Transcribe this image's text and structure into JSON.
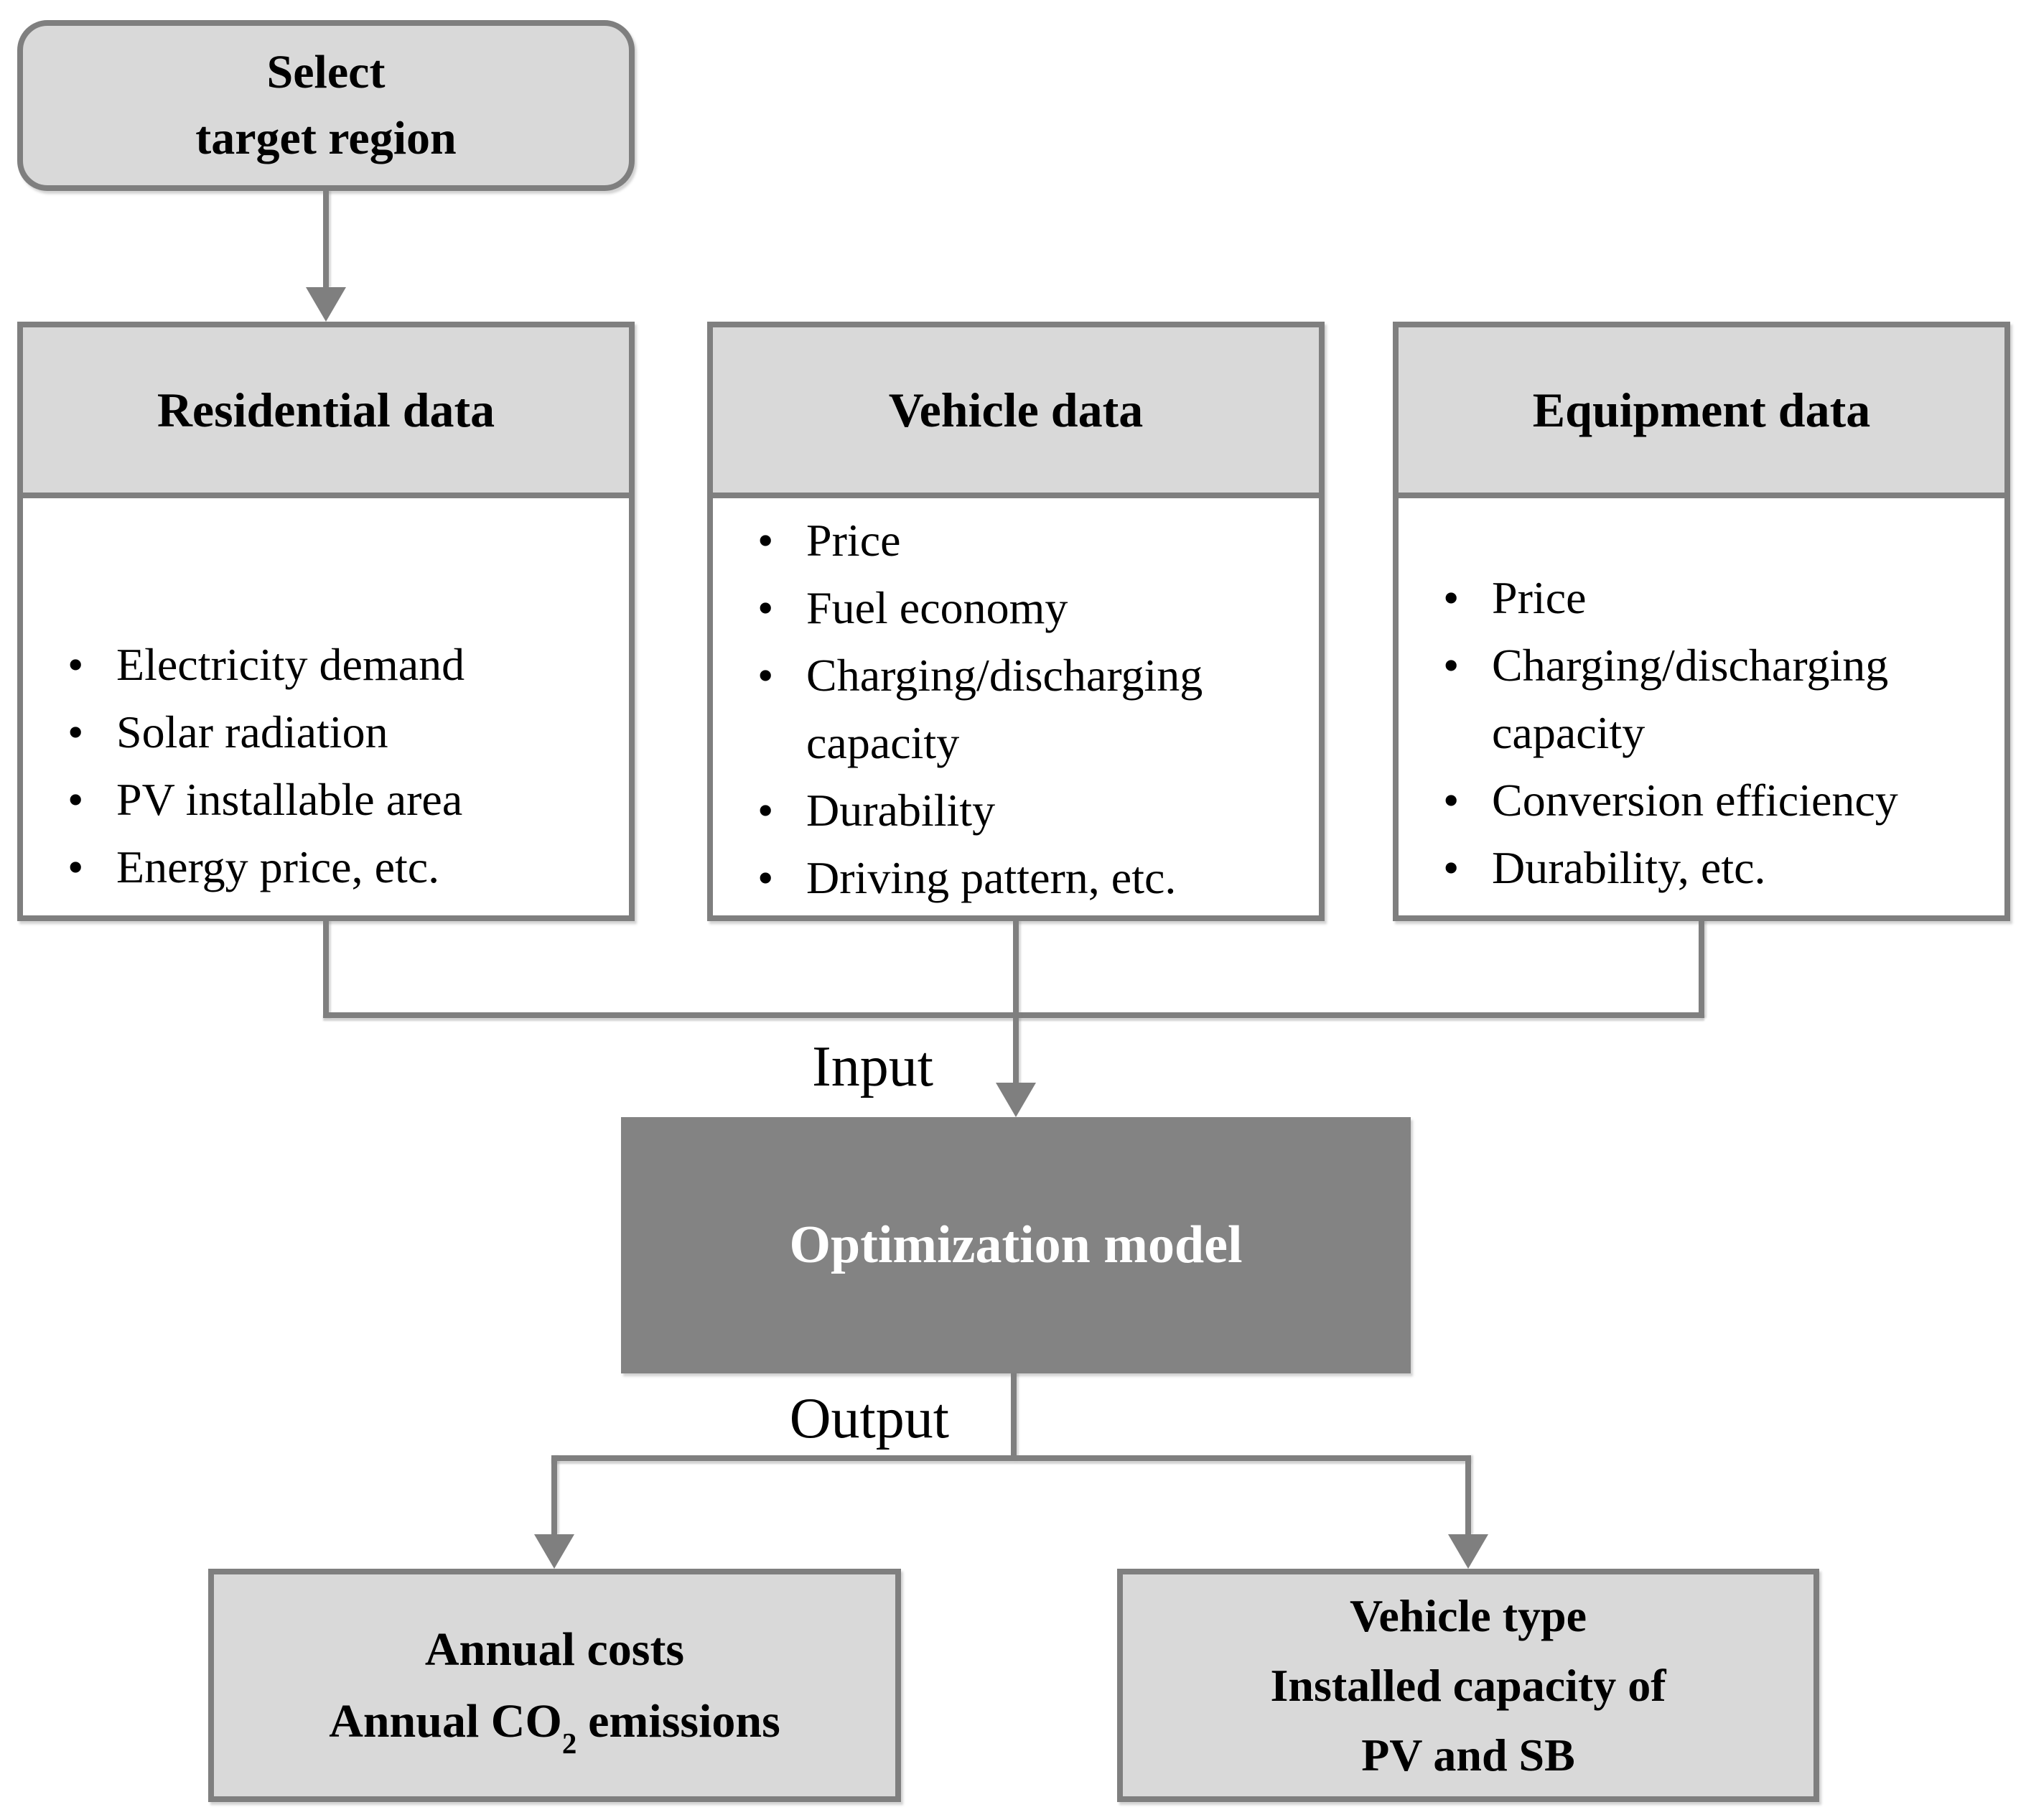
{
  "figure": {
    "type": "flowchart",
    "colors": {
      "box_fill": "#d9d9d9",
      "box_border": "#7f7f7f",
      "connector": "#7f7f7f",
      "model_fill": "#838383",
      "model_text": "#ffffff",
      "text": "#000000",
      "background": "#ffffff"
    },
    "select_box": {
      "line1": "Select",
      "line2": "target region"
    },
    "data_boxes": [
      {
        "title": "Residential data",
        "items": [
          "Electricity demand",
          "Solar radiation",
          "PV installable area",
          "Energy price, etc."
        ]
      },
      {
        "title": "Vehicle data",
        "items": [
          "Price",
          "Fuel economy",
          "Charging/discharging capacity",
          "Durability",
          "Driving pattern, etc."
        ]
      },
      {
        "title": "Equipment data",
        "items": [
          "Price",
          "Charging/discharging capacity",
          "Conversion efficiency",
          "Durability, etc."
        ]
      }
    ],
    "labels": {
      "input": "Input",
      "output": "Output"
    },
    "model_box": {
      "label": "Optimization model"
    },
    "result_boxes": {
      "left": {
        "line1": "Annual costs",
        "co2_pre": "Annual CO",
        "co2_sub": "2",
        "co2_post": "emissions"
      },
      "right": {
        "line1": "Vehicle type",
        "line2": "Installed capacity of",
        "line3": "PV and SB"
      }
    }
  }
}
